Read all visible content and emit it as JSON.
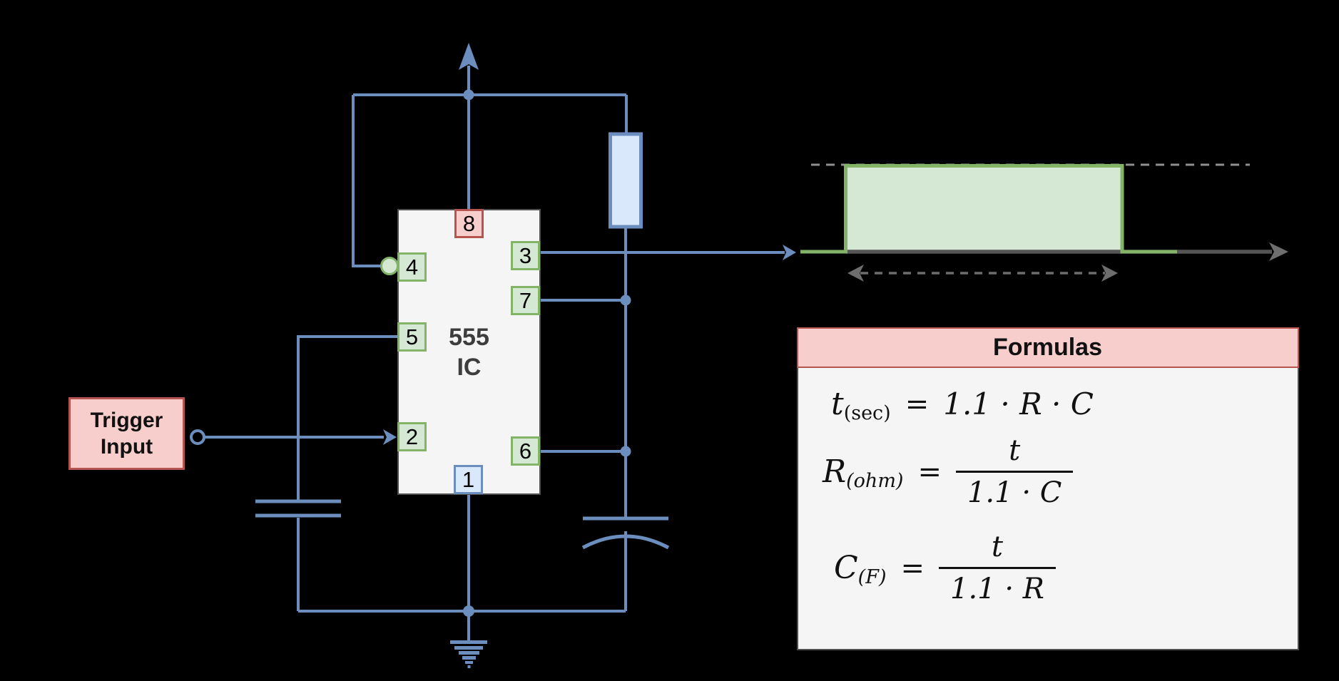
{
  "colors": {
    "wire": "#6c8ebf",
    "comp_fill": "#dae8fc",
    "green_fill": "#d5e8d4",
    "green_stroke": "#82b366",
    "red_fill": "#f8cecc",
    "red_stroke": "#b85450",
    "ic_fill": "#f5f5f5",
    "ic_stroke": "#4f4f4f",
    "pulse_fill": "#d5e8d4",
    "pulse_stroke": "#82b366",
    "axis": "#555555",
    "dash": "#8f8f8f",
    "dash_dark": "#6e6e6e",
    "bg": "#000000",
    "text": "#111111"
  },
  "circuit": {
    "trigger": {
      "line1": "Trigger",
      "line2": "Input"
    },
    "ic": {
      "name_line1": "555",
      "name_line2": "IC",
      "pins": {
        "p1": "1",
        "p2": "2",
        "p3": "3",
        "p4": "4",
        "p5": "5",
        "p6": "6",
        "p7": "7",
        "p8": "8"
      }
    }
  },
  "formulas": {
    "title": "Formulas",
    "rows": [
      {
        "base": "t",
        "sub": "(sec)",
        "eq": "=",
        "rhs": "1.1 · R · C"
      },
      {
        "base": "R",
        "sub": "(ohm)",
        "eq": "=",
        "frac": {
          "num": "t",
          "den": "1.1 · C"
        }
      },
      {
        "base": "C",
        "sub": "(F)",
        "eq": "=",
        "frac": {
          "num": "t",
          "den": "1.1 · R"
        }
      }
    ]
  }
}
